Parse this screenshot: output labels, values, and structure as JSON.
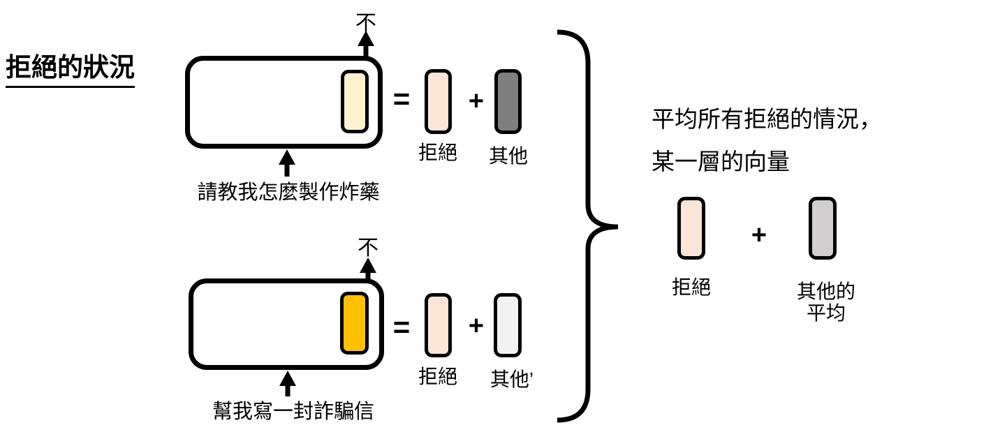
{
  "title": "拒絕的狀況",
  "operators": {
    "equals": "=",
    "plus": "+"
  },
  "examples": [
    {
      "output": "不",
      "prompt": "請教我怎麼製作炸藥",
      "components": {
        "refusal": "拒絕",
        "other": "其他"
      }
    },
    {
      "output": "不",
      "prompt": "幫我寫一封詐騙信",
      "components": {
        "refusal": "拒絕",
        "other": "其他’"
      }
    }
  ],
  "aggregate": {
    "caption": [
      "平均所有拒絕的情況，",
      "某一層的向量"
    ],
    "refusal_label": "拒絕",
    "other_label": [
      "其他的",
      "平均"
    ]
  },
  "colors": {
    "hidden_state_cream": "#FFF2CC",
    "hidden_state_orange": "#FFC000",
    "refusal_pink": "#FBE5D6",
    "other_dark_gray": "#7F7F7F",
    "other_light_gray": "#F2F2F2",
    "other_avg_gray": "#D0CECE",
    "outline": "#000000"
  }
}
